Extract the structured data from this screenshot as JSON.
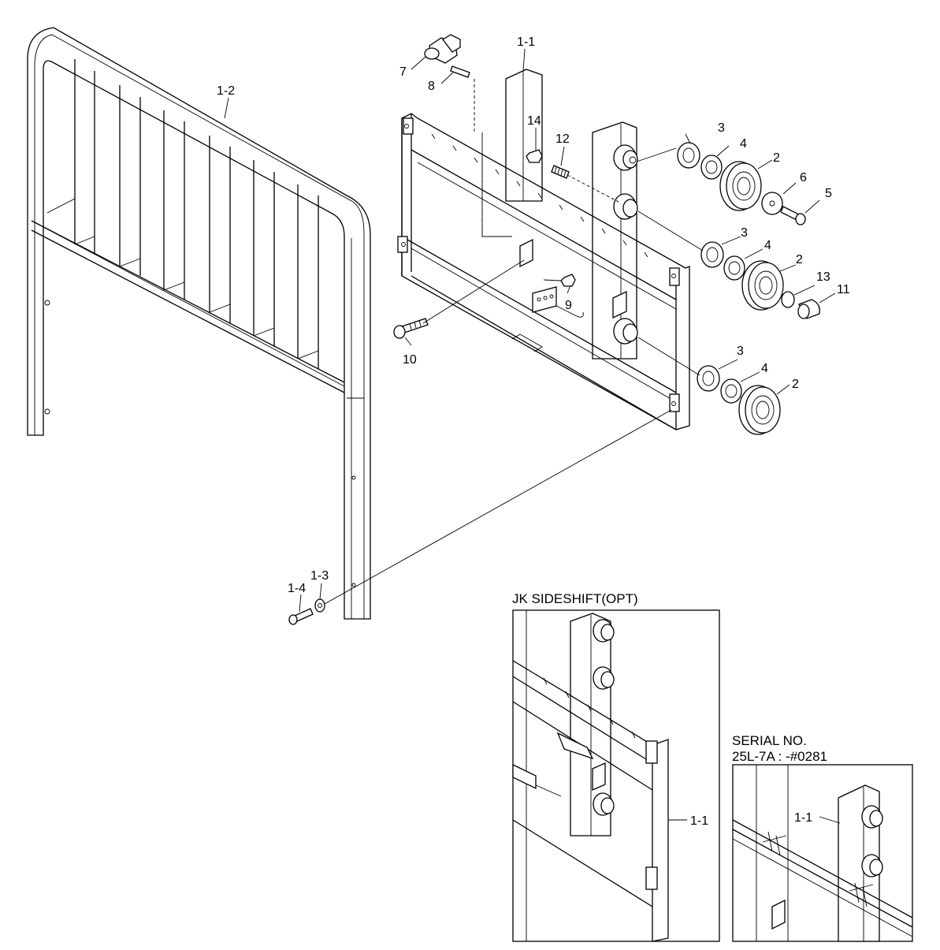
{
  "callouts": {
    "c1_1": "1-1",
    "c1_2": "1-2",
    "c1_3": "1-3",
    "c1_4": "1-4",
    "c2": "2",
    "c3": "3",
    "c4": "4",
    "c5": "5",
    "c6": "6",
    "c7": "7",
    "c8": "8",
    "c9": "9",
    "c10": "10",
    "c11": "11",
    "c12": "12",
    "c13": "13",
    "c14": "14"
  },
  "inset_sideshift": {
    "title": "JK SIDESHIFT(OPT)",
    "callout": "1-1"
  },
  "inset_serial": {
    "title_line1": "SERIAL NO.",
    "title_line2": "25L-7A : -#0281",
    "callout": "1-1"
  }
}
